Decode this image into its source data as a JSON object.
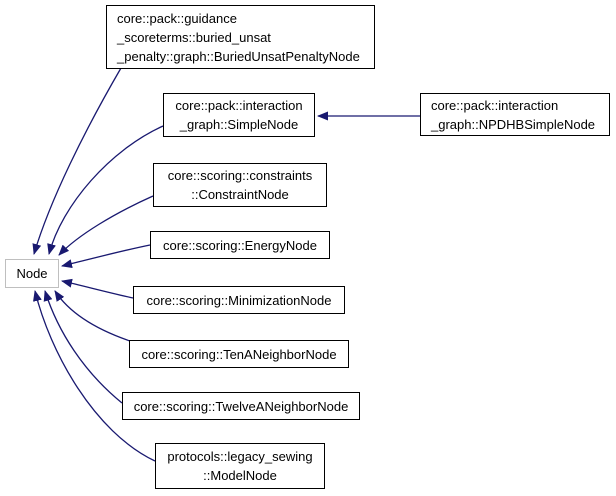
{
  "diagram": {
    "base_node": {
      "label": "Node"
    },
    "derived_classes": [
      {
        "id": "buried-unsat-penalty-node",
        "lines": [
          "core::pack::guidance",
          "_scoreterms::buried_unsat",
          "_penalty::graph::BuriedUnsatPenaltyNode"
        ]
      },
      {
        "id": "simple-node",
        "lines": [
          "core::pack::interaction",
          "_graph::SimpleNode"
        ]
      },
      {
        "id": "constraint-node",
        "lines": [
          "core::scoring::constraints",
          "::ConstraintNode"
        ]
      },
      {
        "id": "energy-node",
        "lines": [
          "core::scoring::EnergyNode"
        ]
      },
      {
        "id": "minimization-node",
        "lines": [
          "core::scoring::MinimizationNode"
        ]
      },
      {
        "id": "ten-a-neighbor-node",
        "lines": [
          "core::scoring::TenANeighborNode"
        ]
      },
      {
        "id": "twelve-a-neighbor-node",
        "lines": [
          "core::scoring::TwelveANeighborNode"
        ]
      },
      {
        "id": "model-node",
        "lines": [
          "protocols::legacy_sewing",
          "::ModelNode"
        ]
      }
    ],
    "subderived_classes": [
      {
        "id": "npdhb-simple-node",
        "parent": "simple-node",
        "lines": [
          "core::pack::interaction",
          "_graph::NPDHBSimpleNode"
        ]
      }
    ],
    "colors": {
      "edge": "#191970",
      "box_border": "#000000",
      "base_box_border": "#bfbfbf",
      "box_fill": "#ffffff",
      "text": "#000000",
      "background": "#ffffff"
    }
  }
}
